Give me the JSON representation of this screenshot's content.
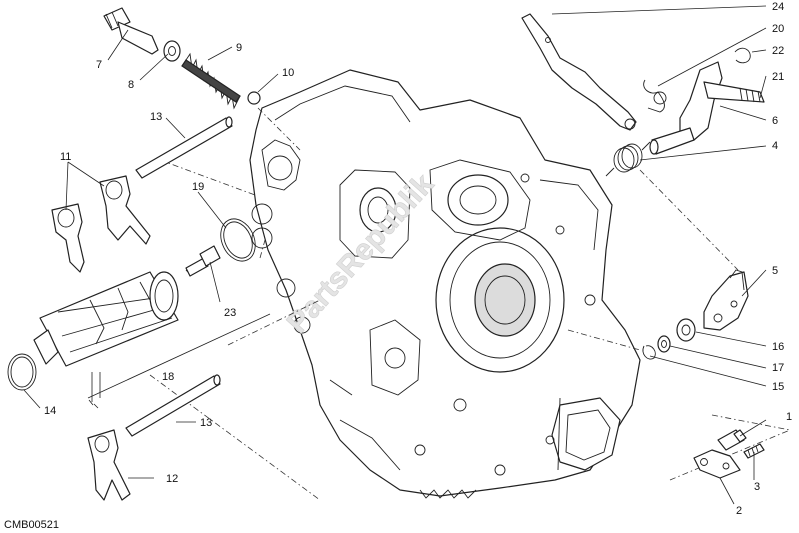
{
  "diagram": {
    "watermark": "PartsRepublik",
    "code": "CMB00521",
    "callouts": [
      "24",
      "20",
      "22",
      "21",
      "6",
      "4",
      "9",
      "10",
      "7",
      "8",
      "13",
      "11",
      "19",
      "23",
      "18",
      "14",
      "13",
      "12",
      "5",
      "16",
      "17",
      "15",
      "1",
      "3",
      "2"
    ]
  }
}
